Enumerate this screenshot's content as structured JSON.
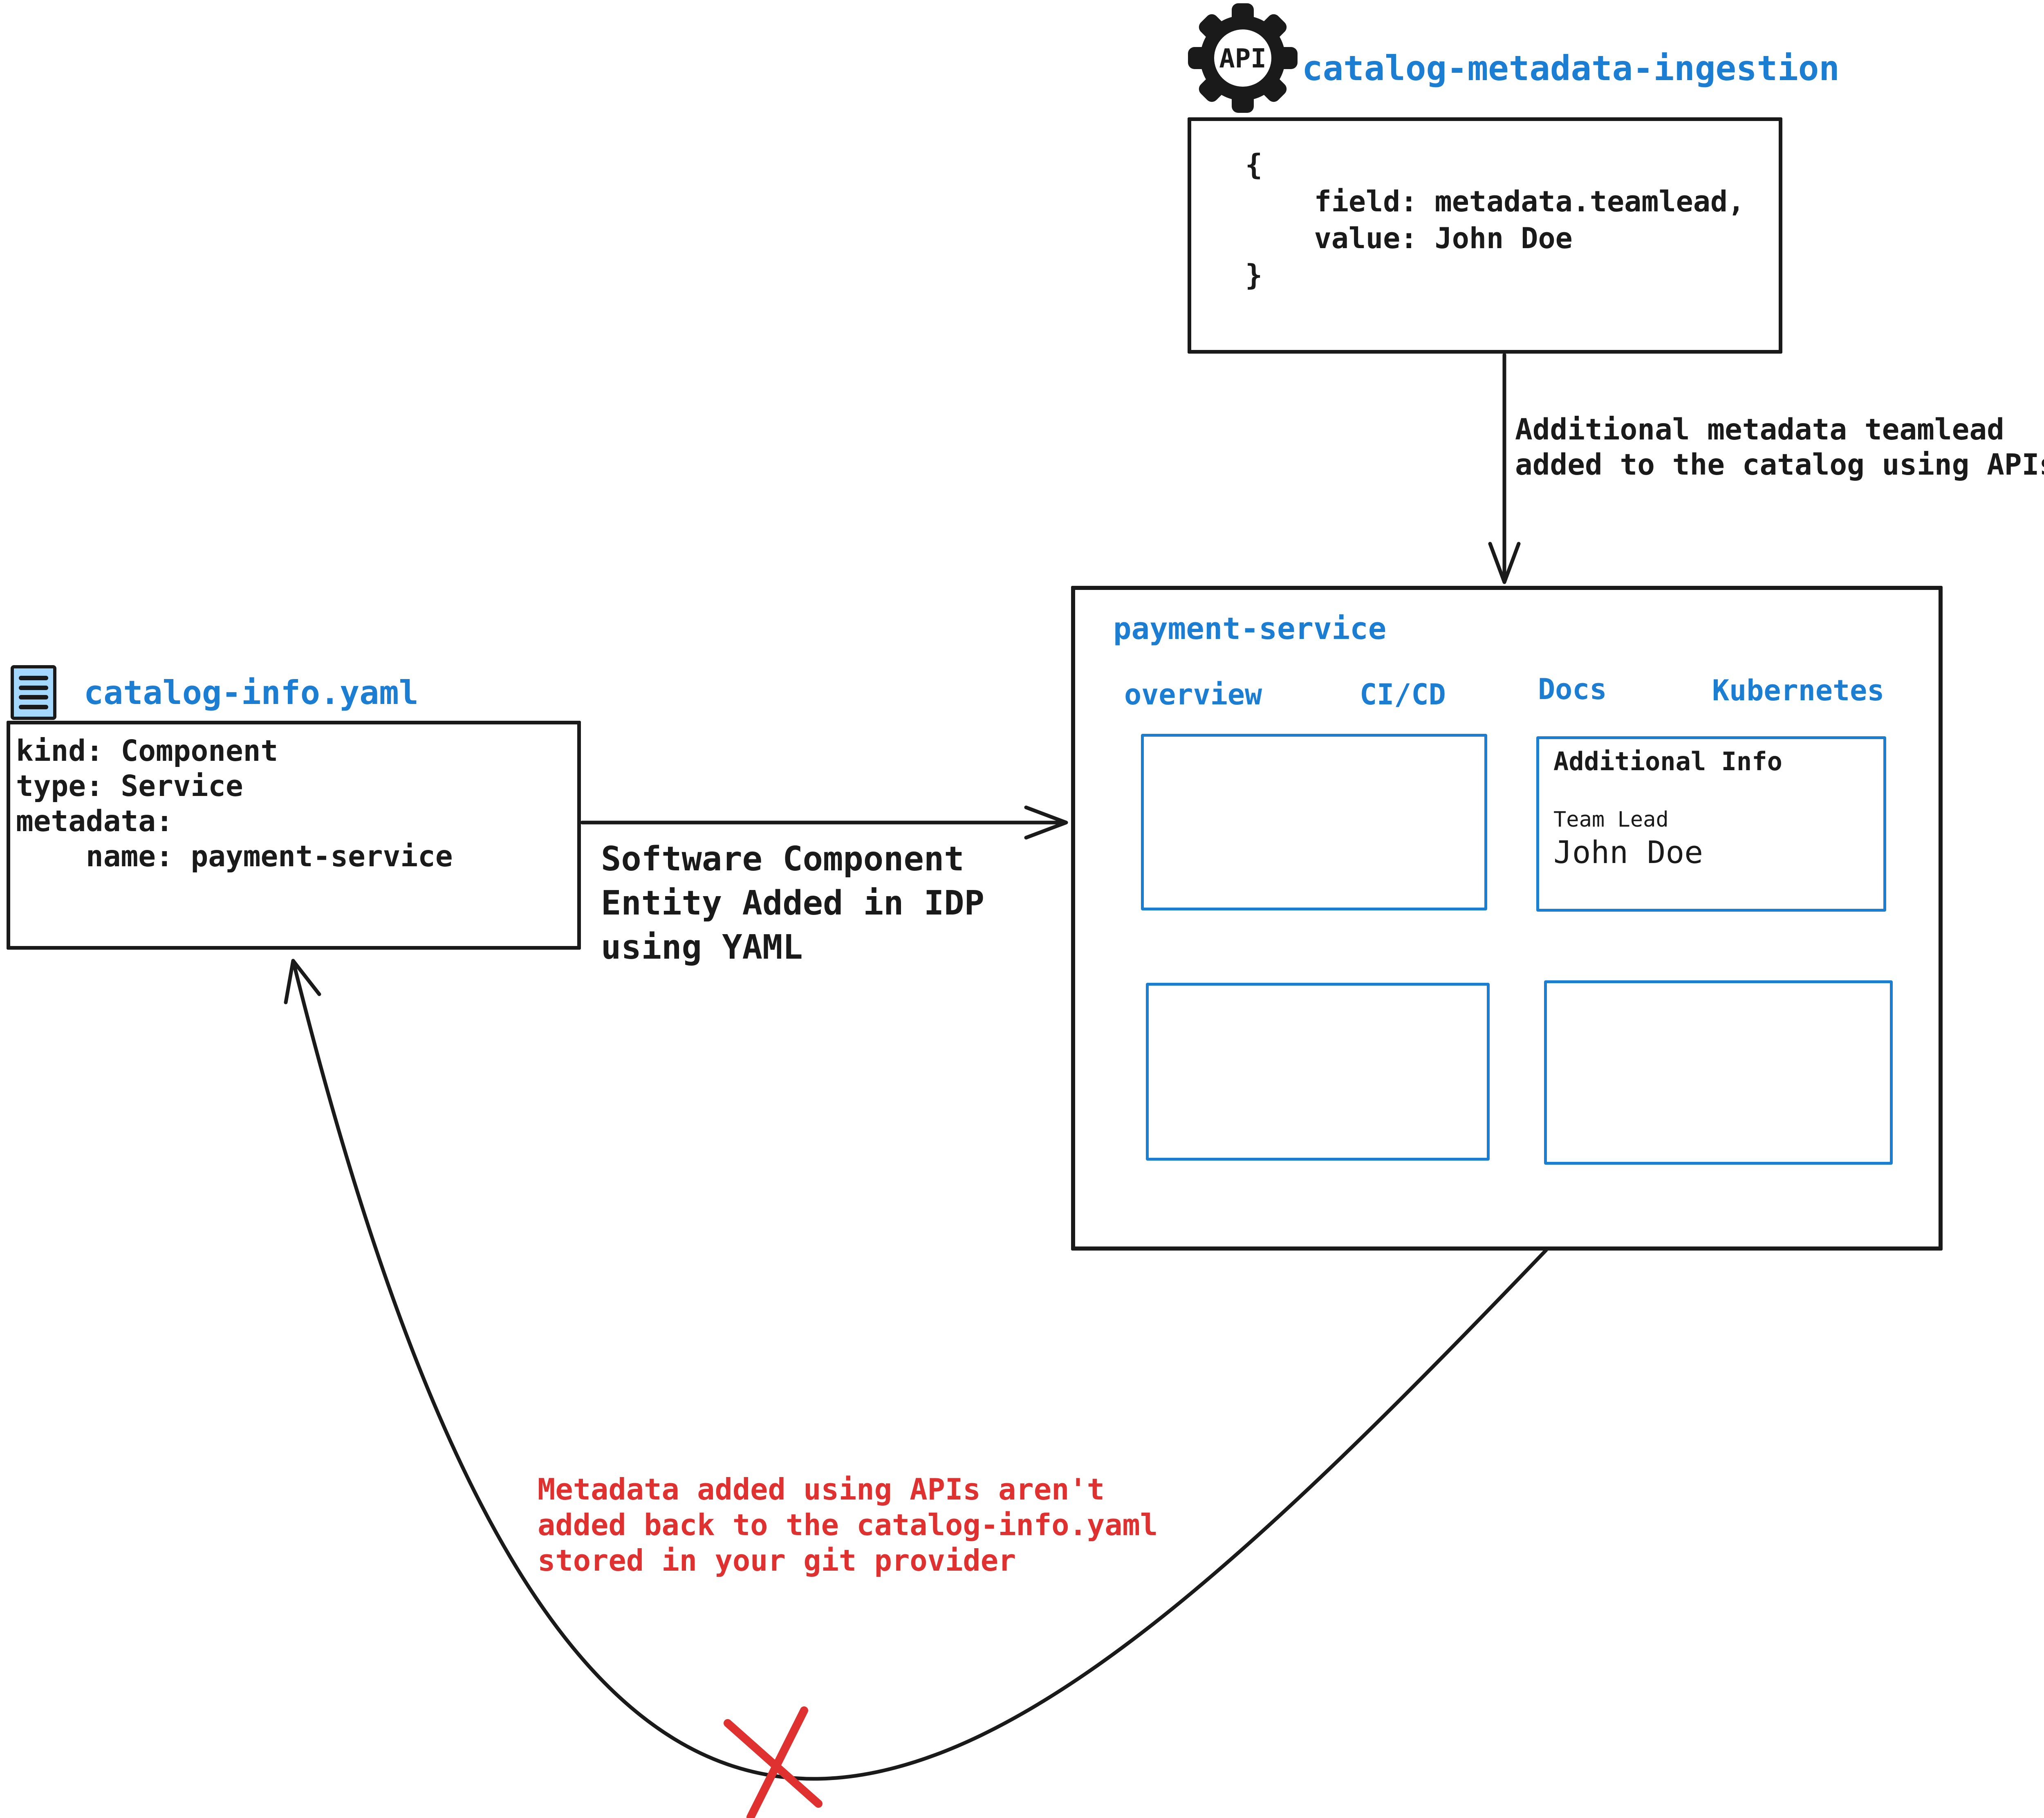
{
  "colors": {
    "accent_blue": "#1c7ed2",
    "stroke_black": "#1a1a1a",
    "alert_red": "#e03131",
    "icon_fill": "#a5d8ff"
  },
  "api_ingestion": {
    "icon": "api-gear-icon",
    "icon_label": "API",
    "title": "catalog-metadata-ingestion",
    "code": "{\n    field: metadata.teamlead,\n    value: John Doe\n}"
  },
  "arrow_down_label": "Additional metadata teamlead\nadded to the catalog using APIs",
  "payment_service": {
    "title": "payment-service",
    "tabs": [
      {
        "label": "overview"
      },
      {
        "label": "CI/CD"
      },
      {
        "label": "Docs"
      },
      {
        "label": "Kubernetes"
      }
    ],
    "additional_info": {
      "heading": "Additional Info",
      "field_label": "Team Lead",
      "field_value": "John Doe"
    }
  },
  "catalog_info": {
    "icon": "yaml-file-icon",
    "title": "catalog-info.yaml",
    "yaml": "kind: Component\ntype: Service\nmetadata:\n    name: payment-service"
  },
  "yaml_arrow_label": "Software Component\nEntity Added in IDP\nusing YAML",
  "feedback_note": "Metadata added using APIs aren't\nadded back to the catalog-info.yaml\nstored in your git provider"
}
